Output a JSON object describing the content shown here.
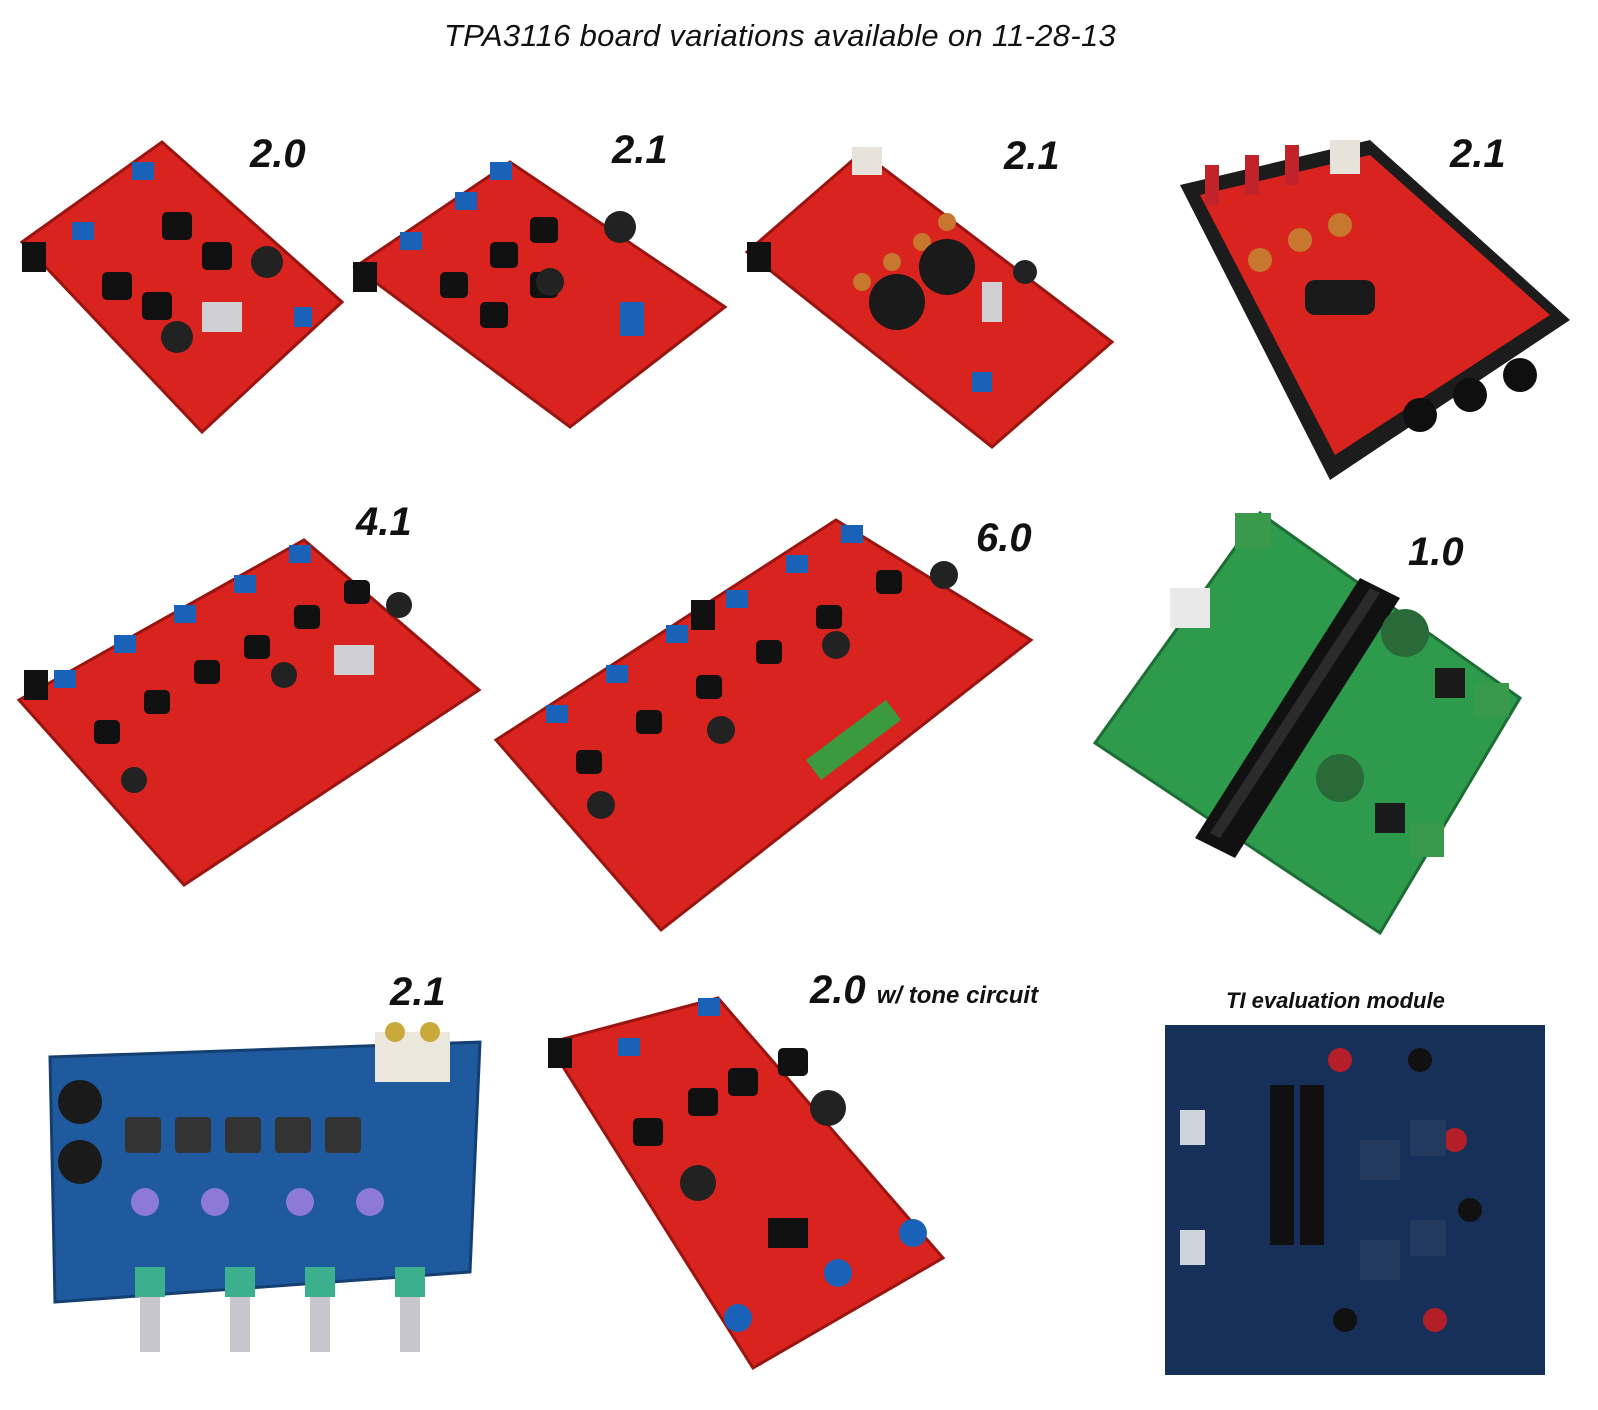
{
  "title": "TPA3116 board variations available on 11-28-13",
  "boards": [
    {
      "label": "2.0",
      "color": "#d8231f"
    },
    {
      "label": "2.1",
      "color": "#d8231f"
    },
    {
      "label": "2.1",
      "color": "#d8231f"
    },
    {
      "label": "2.1",
      "color": "#1c1c1c"
    },
    {
      "label": "4.1",
      "color": "#d8231f"
    },
    {
      "label": "6.0",
      "color": "#d8231f"
    },
    {
      "label": "1.0",
      "color": "#2e9a4c"
    },
    {
      "label": "2.1",
      "color": "#1f5a9e"
    },
    {
      "label": "2.0",
      "sublabel": "w/ tone circuit",
      "color": "#d8231f"
    },
    {
      "label": "TI  evaluation module",
      "color": "#16305a"
    }
  ]
}
